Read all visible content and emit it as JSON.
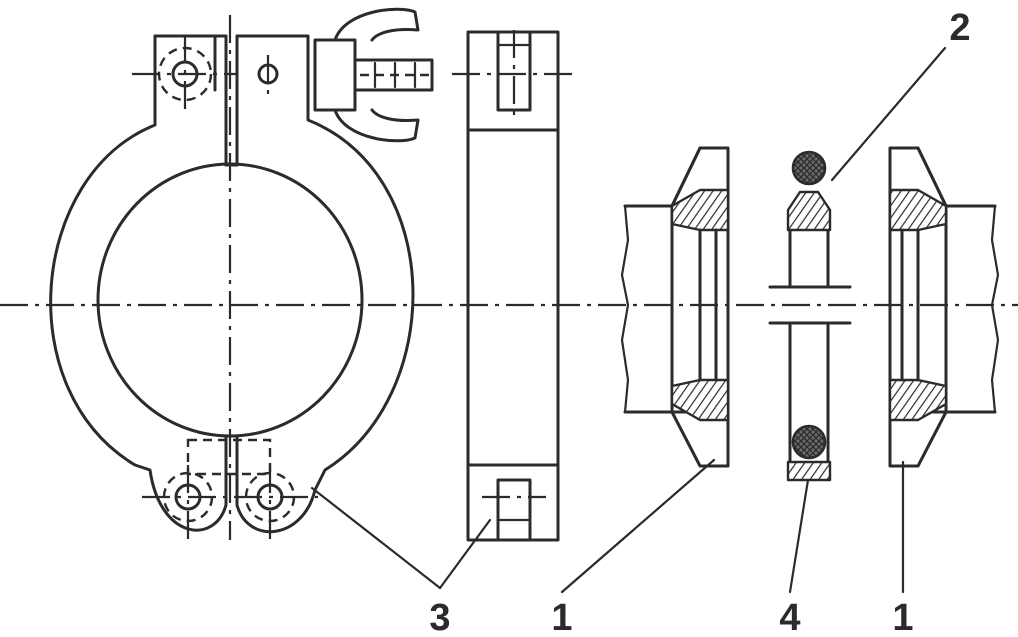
{
  "callouts": [
    {
      "id": "part-2",
      "label": "2"
    },
    {
      "id": "part-3",
      "label": "3"
    },
    {
      "id": "part-1-left",
      "label": "1"
    },
    {
      "id": "part-4",
      "label": "4"
    },
    {
      "id": "part-1-right",
      "label": "1"
    }
  ]
}
